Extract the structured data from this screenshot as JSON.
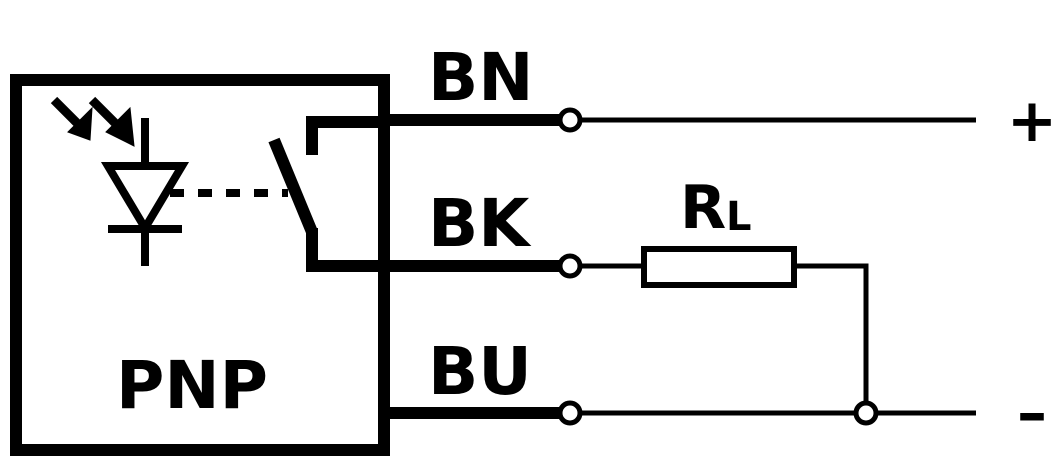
{
  "diagram": {
    "title": "PNP sensor wiring diagram",
    "sensor_type_label": "PNP",
    "wires": [
      {
        "id": "bn",
        "label": "BN",
        "terminal": "+"
      },
      {
        "id": "bk",
        "label": "BK",
        "terminal": "load"
      },
      {
        "id": "bu",
        "label": "BU",
        "terminal": "-"
      }
    ],
    "load": {
      "label_main": "R",
      "label_sub": "L"
    },
    "supply": {
      "positive": "+",
      "negative": "–"
    },
    "colors": {
      "stroke": "#000000",
      "background": "#ffffff"
    }
  }
}
